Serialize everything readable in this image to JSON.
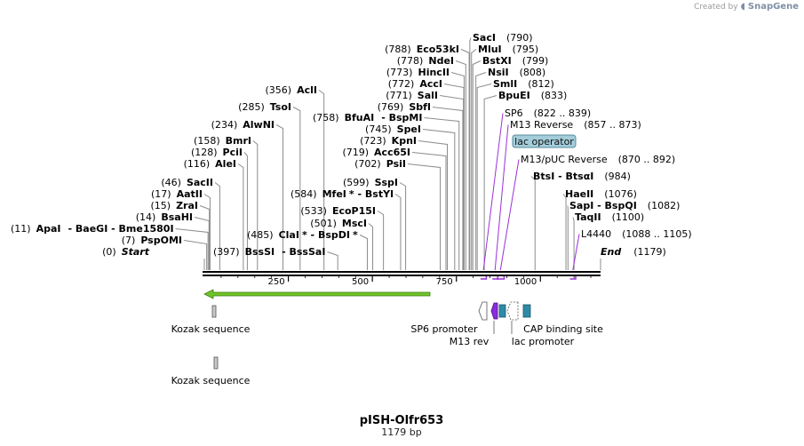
{
  "watermark": {
    "created_by": "Created by",
    "brand": "SnapGene"
  },
  "plasmid": {
    "name": "pISH-Olfr653",
    "length_label": "1179 bp",
    "length": 1179
  },
  "ruler": {
    "ticks": [
      "250",
      "500",
      "750",
      "1000"
    ]
  },
  "sites": [
    {
      "pos": "(0)",
      "name": "Start",
      "kind": "endpoint"
    },
    {
      "pos": "(7)",
      "name": "PspOMI"
    },
    {
      "pos": "(11)",
      "name": "ApaI",
      "name2": "BaeGI",
      "name3": "Bme1580I"
    },
    {
      "pos": "(14)",
      "name": "BsaHI"
    },
    {
      "pos": "(15)",
      "name": "ZraI"
    },
    {
      "pos": "(17)",
      "name": "AatII"
    },
    {
      "pos": "(46)",
      "name": "SacII"
    },
    {
      "pos": "(116)",
      "name": "AleI"
    },
    {
      "pos": "(128)",
      "name": "PciI"
    },
    {
      "pos": "(158)",
      "name": "BmrI"
    },
    {
      "pos": "(234)",
      "name": "AlwNI"
    },
    {
      "pos": "(285)",
      "name": "TsoI"
    },
    {
      "pos": "(356)",
      "name": "AclI"
    },
    {
      "pos": "(397)",
      "name": "BssSI",
      "name2": "BssSaI"
    },
    {
      "pos": "(485)",
      "name": "ClaI",
      "star": "*",
      "name2": "BspDI",
      "star2": "*"
    },
    {
      "pos": "(501)",
      "name": "MscI"
    },
    {
      "pos": "(533)",
      "name": "EcoP15I"
    },
    {
      "pos": "(584)",
      "name": "MfeI",
      "star": "*",
      "name2": "BstYI"
    },
    {
      "pos": "(599)",
      "name": "SspI"
    },
    {
      "pos": "(702)",
      "name": "PsiI"
    },
    {
      "pos": "(719)",
      "name": "Acc65I"
    },
    {
      "pos": "(723)",
      "name": "KpnI"
    },
    {
      "pos": "(745)",
      "name": "SpeI"
    },
    {
      "pos": "(758)",
      "name": "BfuAI",
      "name2": "BspMI"
    },
    {
      "pos": "(769)",
      "name": "SbfI"
    },
    {
      "pos": "(771)",
      "name": "SalI"
    },
    {
      "pos": "(772)",
      "name": "AccI"
    },
    {
      "pos": "(773)",
      "name": "HincII"
    },
    {
      "pos": "(778)",
      "name": "NdeI"
    },
    {
      "pos": "(788)",
      "name": "Eco53kI"
    },
    {
      "pos": "(790)",
      "name": "SacI"
    },
    {
      "pos": "(795)",
      "name": "MluI"
    },
    {
      "pos": "(799)",
      "name": "BstXI"
    },
    {
      "pos": "(808)",
      "name": "NsiI"
    },
    {
      "pos": "(812)",
      "name": "SmlI"
    },
    {
      "pos": "(833)",
      "name": "BpuEI"
    },
    {
      "pos": "(984)",
      "name": "BtsI",
      "name2": "BtsαI"
    },
    {
      "pos": "(1076)",
      "name": "HaeII"
    },
    {
      "pos": "(1082)",
      "name": "SapI",
      "name2": "BspQI"
    },
    {
      "pos": "(1100)",
      "name": "TaqII"
    },
    {
      "pos": "(1179)",
      "name": "End",
      "kind": "endpoint"
    }
  ],
  "primers": [
    {
      "name": "SP6",
      "range": "(822 .. 839)"
    },
    {
      "name": "M13 Reverse",
      "range": "(857 .. 873)"
    },
    {
      "name": "M13/pUC Reverse",
      "range": "(870 .. 892)"
    },
    {
      "name": "L4440",
      "range": "(1088 .. 1105)"
    }
  ],
  "lac_operator_label": "lac operator",
  "features": [
    {
      "name": "Kozak sequence"
    },
    {
      "name": "Kozak sequence"
    },
    {
      "name": "SP6 promoter"
    },
    {
      "name": "M13 rev"
    },
    {
      "name": "lac promoter"
    },
    {
      "name": "CAP binding site"
    }
  ],
  "colors": {
    "primer": "#9b30d9",
    "orf": "#6fc42a",
    "operator_fill": "#a3cddb",
    "feature_teal": "#2f8aa8",
    "m13_purple": "#8a2be2",
    "kozak_gray": "#c8c8c8"
  }
}
